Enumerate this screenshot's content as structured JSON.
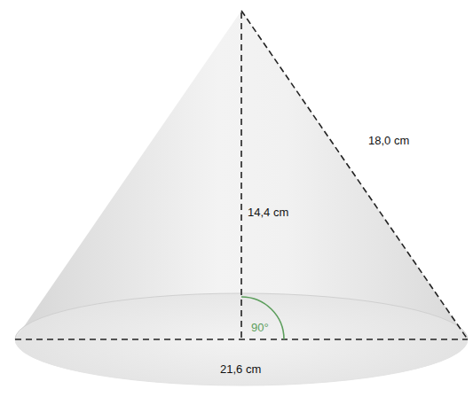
{
  "diagram": {
    "labels": [
      "18,0 cm",
      "14,4 cm",
      "90°",
      "21,6 cm"
    ]
  }
}
